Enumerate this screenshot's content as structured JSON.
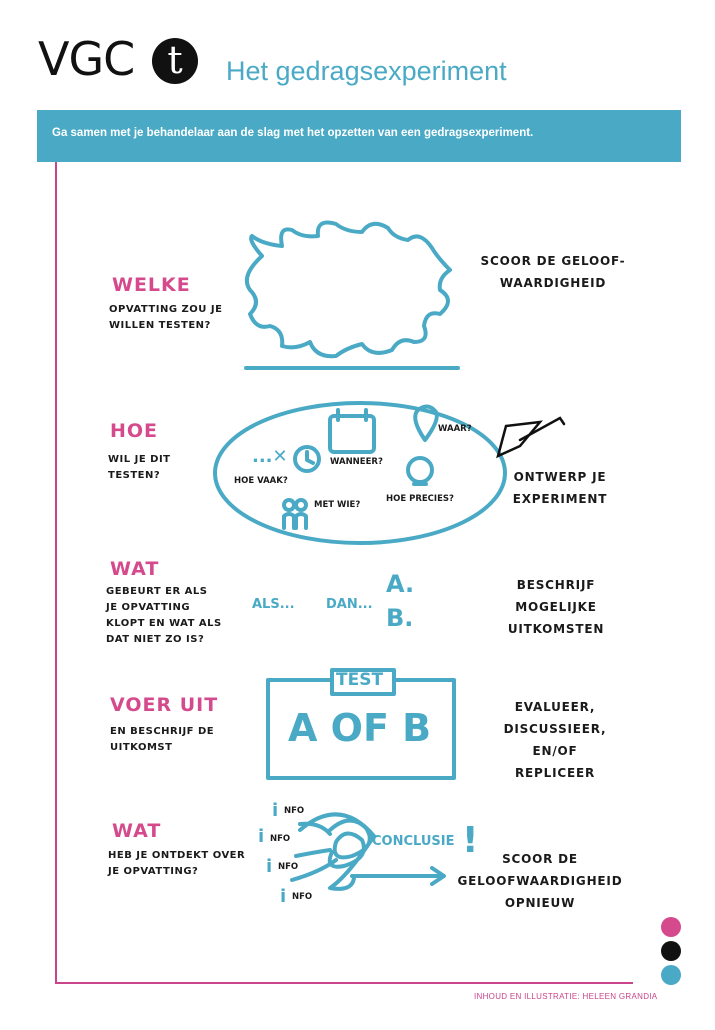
{
  "header": {
    "logo_text": "VGC",
    "logo_t": "t",
    "title": "Het gedragsexperiment",
    "banner": "Ga samen met je behandelaar aan de slag met het opzetten van een gedragsexperiment."
  },
  "steps": [
    {
      "heading": "WELKE",
      "sub": [
        "OPVATTING ZOU JE",
        "WILLEN TESTEN?"
      ],
      "right": [
        "SCOOR DE GELOOF-",
        "WAARDIGHEID"
      ]
    },
    {
      "heading": "HOE",
      "sub": [
        "WIL JE DIT",
        "TESTEN?"
      ],
      "right": [
        "ONTWERP JE",
        "EXPERIMENT"
      ]
    },
    {
      "heading": "WAT",
      "sub": [
        "GEBEURT ER ALS",
        "JE OPVATTING",
        "KLOPT EN WAT ALS",
        "DAT NIET ZO IS?"
      ],
      "right": [
        "BESCHRIJF",
        "MOGELIJKE",
        "UITKOMSTEN"
      ]
    },
    {
      "heading": "VOER UIT",
      "sub": [
        "EN BESCHRIJF DE",
        "UITKOMST"
      ],
      "right": [
        "EVALUEER,",
        "DISCUSSIEER,",
        "EN/OF",
        "REPLICEER"
      ]
    },
    {
      "heading": "WAT",
      "sub": [
        "HEB JE ONTDEKT OVER",
        "JE OPVATTING?"
      ],
      "right": [
        "SCOOR DE",
        "GELOOFWAARDIGHEID",
        "OPNIEUW"
      ]
    }
  ],
  "hoe_bubble": {
    "waar": "WAAR?",
    "wanneer": "WANNEER?",
    "hoe_vaak": "HOE VAAK?",
    "met_wie": "MET WIE?",
    "hoe_precies": "HOE PRECIES?"
  },
  "wat_diagram": {
    "als": "ALS...",
    "dan": "DAN...",
    "a": "A.",
    "b": "B."
  },
  "test_box": {
    "label": "TEST",
    "text": "A OF B"
  },
  "conclusie": {
    "info": [
      "NFO",
      "NFO",
      "NFO",
      "NFO"
    ],
    "label": "CONCLUSIE",
    "bang": "!"
  },
  "footer": {
    "credit": "INHOUD EN ILLUSTRATIE: HELEEN GRANDIA"
  },
  "colors": {
    "magenta": "#d44a8c",
    "teal": "#4aaac6",
    "black": "#111111"
  }
}
